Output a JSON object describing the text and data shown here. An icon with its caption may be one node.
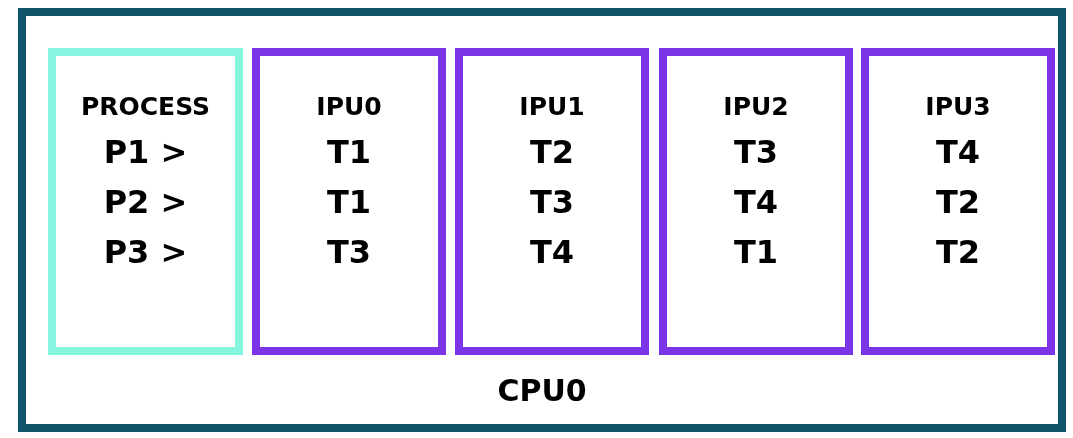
{
  "diagram": {
    "nodes": [
      {
        "text": [
          "CPU0"
        ]
      },
      {
        "text": [
          "PROCESS",
          "P1 >",
          "P2 >",
          "P3 >"
        ],
        "in": 0
      },
      {
        "text": [
          "IPU0",
          "T1",
          "T1",
          "T3"
        ],
        "in": 0
      },
      {
        "text": [
          "IPU1",
          "T2",
          "T3",
          "T4"
        ],
        "in": 0
      },
      {
        "text": [
          "IPU2",
          "T3",
          "T4",
          "T1"
        ],
        "in": 0
      },
      {
        "text": [
          "IPU3",
          "T4",
          "T2",
          "T2"
        ],
        "in": 0
      }
    ],
    "edges": []
  }
}
